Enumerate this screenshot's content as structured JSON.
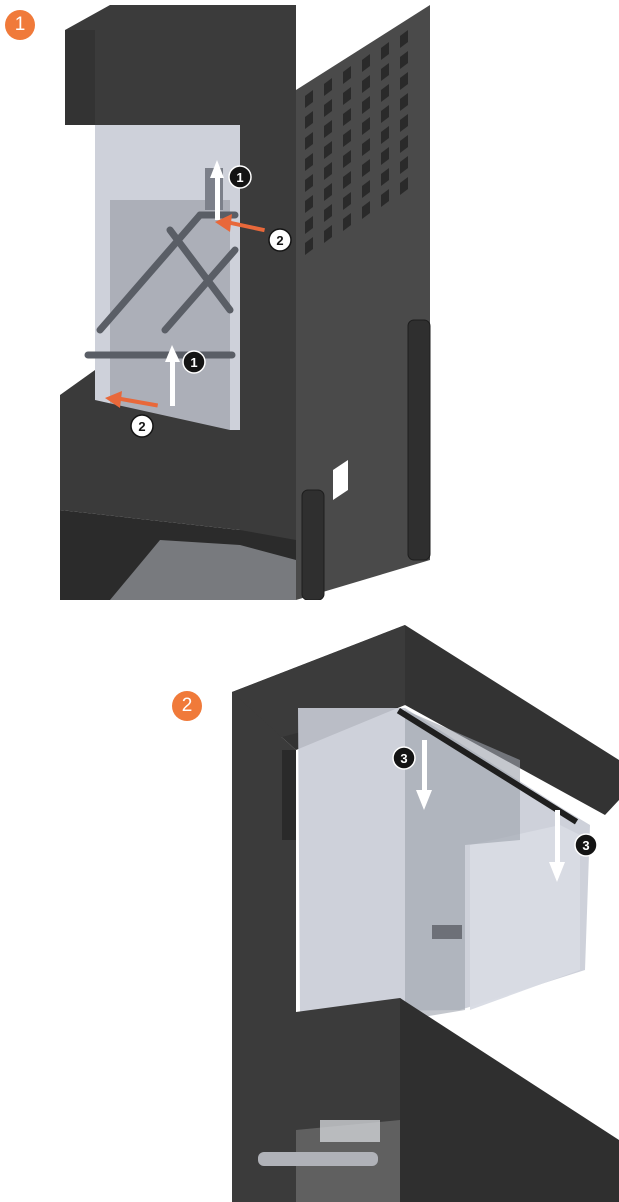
{
  "colors": {
    "accent": "#f07a3a",
    "stove_body": "#3b3b3b",
    "stove_dark": "#2b2b2b",
    "glass": "#c9ccd6",
    "arrow_white": "#ffffff",
    "arrow_orange": "#e8683a",
    "callout_fill": "#141414"
  },
  "steps": [
    {
      "number": "1",
      "callouts": [
        {
          "label": "1",
          "style": "dark",
          "arrow": "white-up"
        },
        {
          "label": "2",
          "style": "white",
          "arrow": "orange-left"
        },
        {
          "label": "1",
          "style": "dark",
          "arrow": "white-up"
        },
        {
          "label": "2",
          "style": "white",
          "arrow": "orange-left"
        }
      ]
    },
    {
      "number": "2",
      "callouts": [
        {
          "label": "3",
          "style": "dark",
          "arrow": "white-down"
        },
        {
          "label": "3",
          "style": "dark",
          "arrow": "white-down"
        }
      ]
    }
  ]
}
